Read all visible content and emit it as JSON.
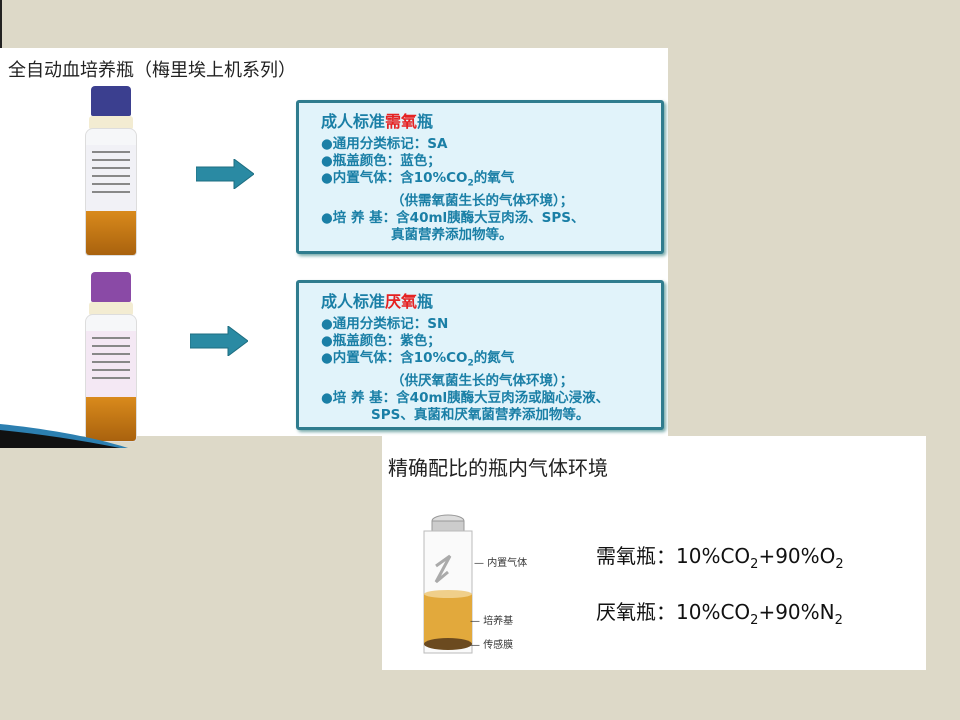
{
  "top_panel": {
    "title": "全自动血培养瓶（梅里埃上机系列）"
  },
  "aerobic": {
    "title_prefix": "成人标准",
    "title_highlight": "需氧",
    "title_suffix": "瓶",
    "lines": [
      "●通用分类标记：SA",
      "●瓶盖颜色：蓝色；"
    ],
    "gas_prefix": "●内置气体：含10%CO",
    "gas_sub": "2",
    "gas_suffix": "的氧气",
    "gas_note": "（供需氧菌生长的气体环境）；",
    "medium": "●培 养 基：含40ml胰酶大豆肉汤、SPS、",
    "medium_cont": "真菌营养添加物等。",
    "cap_color": "#3b3f8f"
  },
  "anaerobic": {
    "title_prefix": "成人标准",
    "title_highlight": "厌氧",
    "title_suffix": "瓶",
    "lines": [
      "●通用分类标记：SN",
      "●瓶盖颜色：紫色；"
    ],
    "gas_prefix": "●内置气体：含10%CO",
    "gas_sub": "2",
    "gas_suffix": "的氮气",
    "gas_note": "（供厌氧菌生长的气体环境）；",
    "medium": "●培 养 基：含40ml胰酶大豆肉汤或脑心浸液、",
    "medium_cont": "SPS、真菌和厌氧菌营养添加物等。",
    "cap_color": "#8a4aa6"
  },
  "bottom_panel": {
    "title": "精确配比的瓶内气体环境",
    "diagram_labels": [
      "内置气体",
      "培养基",
      "传感膜"
    ],
    "aerobic_formula": {
      "label": "需氧瓶：",
      "a": "10%CO",
      "a_sub": "2",
      "b": "+90%O",
      "b_sub": "2"
    },
    "anaerobic_formula": {
      "label": "厌氧瓶：",
      "a": "10%CO",
      "a_sub": "2",
      "b": "+90%N",
      "b_sub": "2"
    }
  }
}
